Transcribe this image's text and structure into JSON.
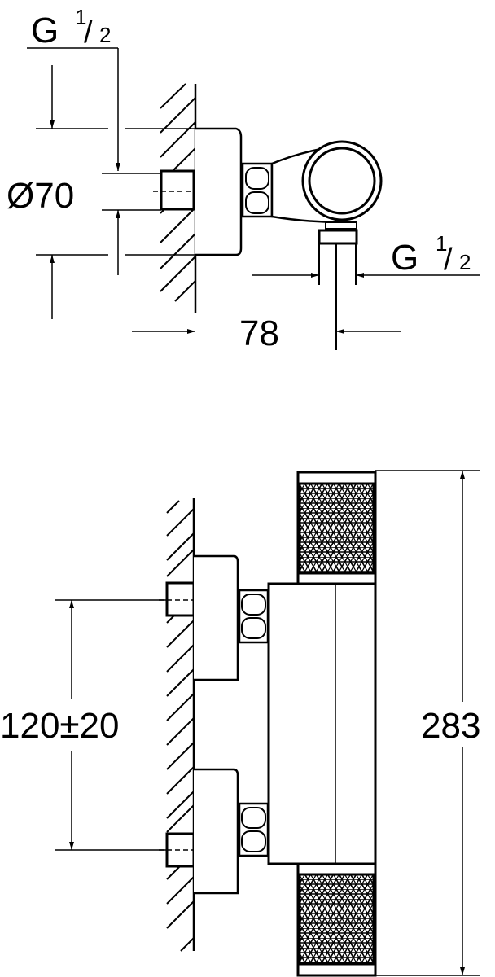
{
  "drawing": {
    "top_view": {
      "thread_top_label": {
        "prefix": "G",
        "numerator": "1",
        "slash": "/",
        "denominator": "2"
      },
      "diameter_label": "Ø70",
      "depth_label": "78",
      "thread_outlet_label": {
        "prefix": "G",
        "numerator": "1",
        "slash": "/",
        "denominator": "2"
      }
    },
    "front_view": {
      "spacing_label": "120±20",
      "height_label": "283"
    },
    "colors": {
      "line": "#000000",
      "background": "#ffffff"
    }
  }
}
